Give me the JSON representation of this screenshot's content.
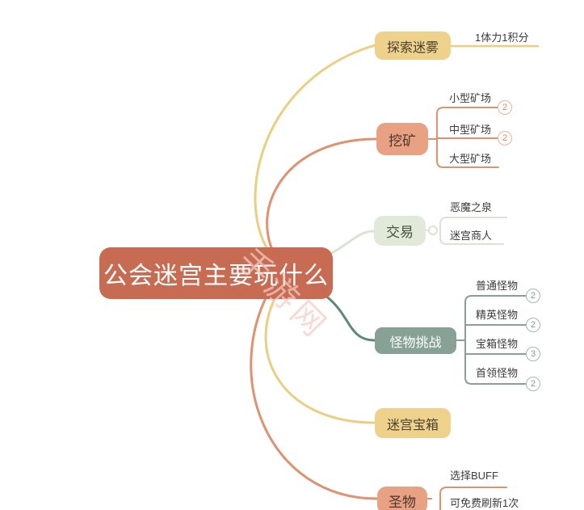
{
  "watermark": {
    "text": "手游网"
  },
  "root": {
    "label": "公会迷宫主要玩什么"
  },
  "branches": [
    {
      "id": "explore",
      "label": "探索迷雾",
      "children": [
        {
          "label": "1体力1积分"
        }
      ]
    },
    {
      "id": "mining",
      "label": "挖矿",
      "children": [
        {
          "label": "小型矿场",
          "badge": "2"
        },
        {
          "label": "中型矿场",
          "badge": "2"
        },
        {
          "label": "大型矿场"
        }
      ]
    },
    {
      "id": "trade",
      "label": "交易",
      "children": [
        {
          "label": "恶魔之泉"
        },
        {
          "label": "迷宫商人"
        }
      ]
    },
    {
      "id": "monster",
      "label": "怪物挑战",
      "children": [
        {
          "label": "普通怪物",
          "badge": "2"
        },
        {
          "label": "精英怪物",
          "badge": "2"
        },
        {
          "label": "宝箱怪物",
          "badge": "3"
        },
        {
          "label": "首领怪物",
          "badge": "2"
        }
      ]
    },
    {
      "id": "chest",
      "label": "迷宫宝箱",
      "children": []
    },
    {
      "id": "relic",
      "label": "圣物",
      "children": [
        {
          "label": "选择BUFF"
        },
        {
          "label": "可免费刷新1次"
        }
      ]
    }
  ],
  "colors": {
    "root_fill": "#c76b52",
    "yellow_fill": "#eed28b",
    "yellow_line": "#ecce82",
    "salmon_fill": "#e9a183",
    "salmon_line": "#df9170",
    "green_fill": "#e1ead9",
    "green_line": "#d9e4d1",
    "sage_fill": "#87a294",
    "sage_curve": "#5d8977"
  }
}
